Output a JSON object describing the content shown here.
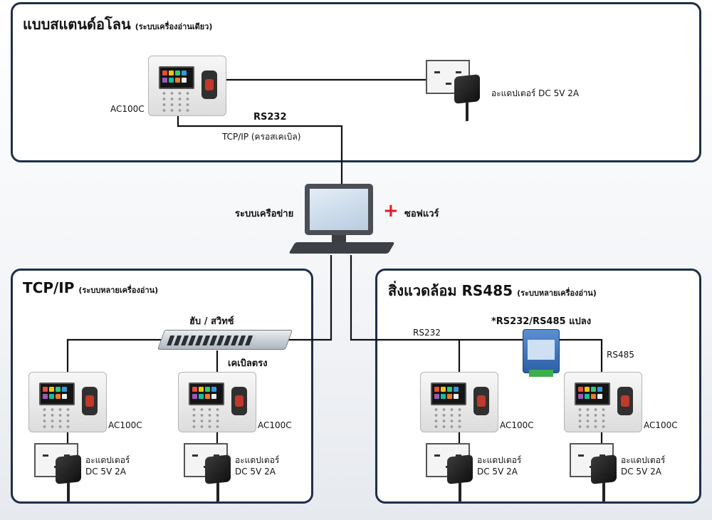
{
  "standalone": {
    "title": "แบบสแตนด์อโลน",
    "subtitle": "(ระบบเครื่องอ่านเดียว)"
  },
  "tcpip": {
    "title": "TCP/IP",
    "subtitle": "(ระบบหลายเครื่องอ่าน)"
  },
  "rs485": {
    "title": "สิ่งแวดล้อม RS485",
    "subtitle": "(ระบบหลายเครื่องอ่าน)"
  },
  "labels": {
    "device_model": "AC100C",
    "adapter_inline": "อะแดปเตอร์ DC 5V 2A",
    "adapter_line1": "อะแดปเตอร์",
    "adapter_line2": "DC 5V 2A",
    "rs232": "RS232",
    "rs485": "RS485",
    "crossover": "TCP/IP (ครอสเคเบิล)",
    "network": "ระบบเครือข่าย",
    "software": "ซอฟแวร์",
    "hub": "ฮับ / สวิทช์",
    "straight_cable": "เคเบิลตรง",
    "converter": "*RS232/RS485 แปลง"
  },
  "colors": {
    "frame": "#1f2f4a",
    "wire": "#111111",
    "plus": "#e01b24"
  }
}
